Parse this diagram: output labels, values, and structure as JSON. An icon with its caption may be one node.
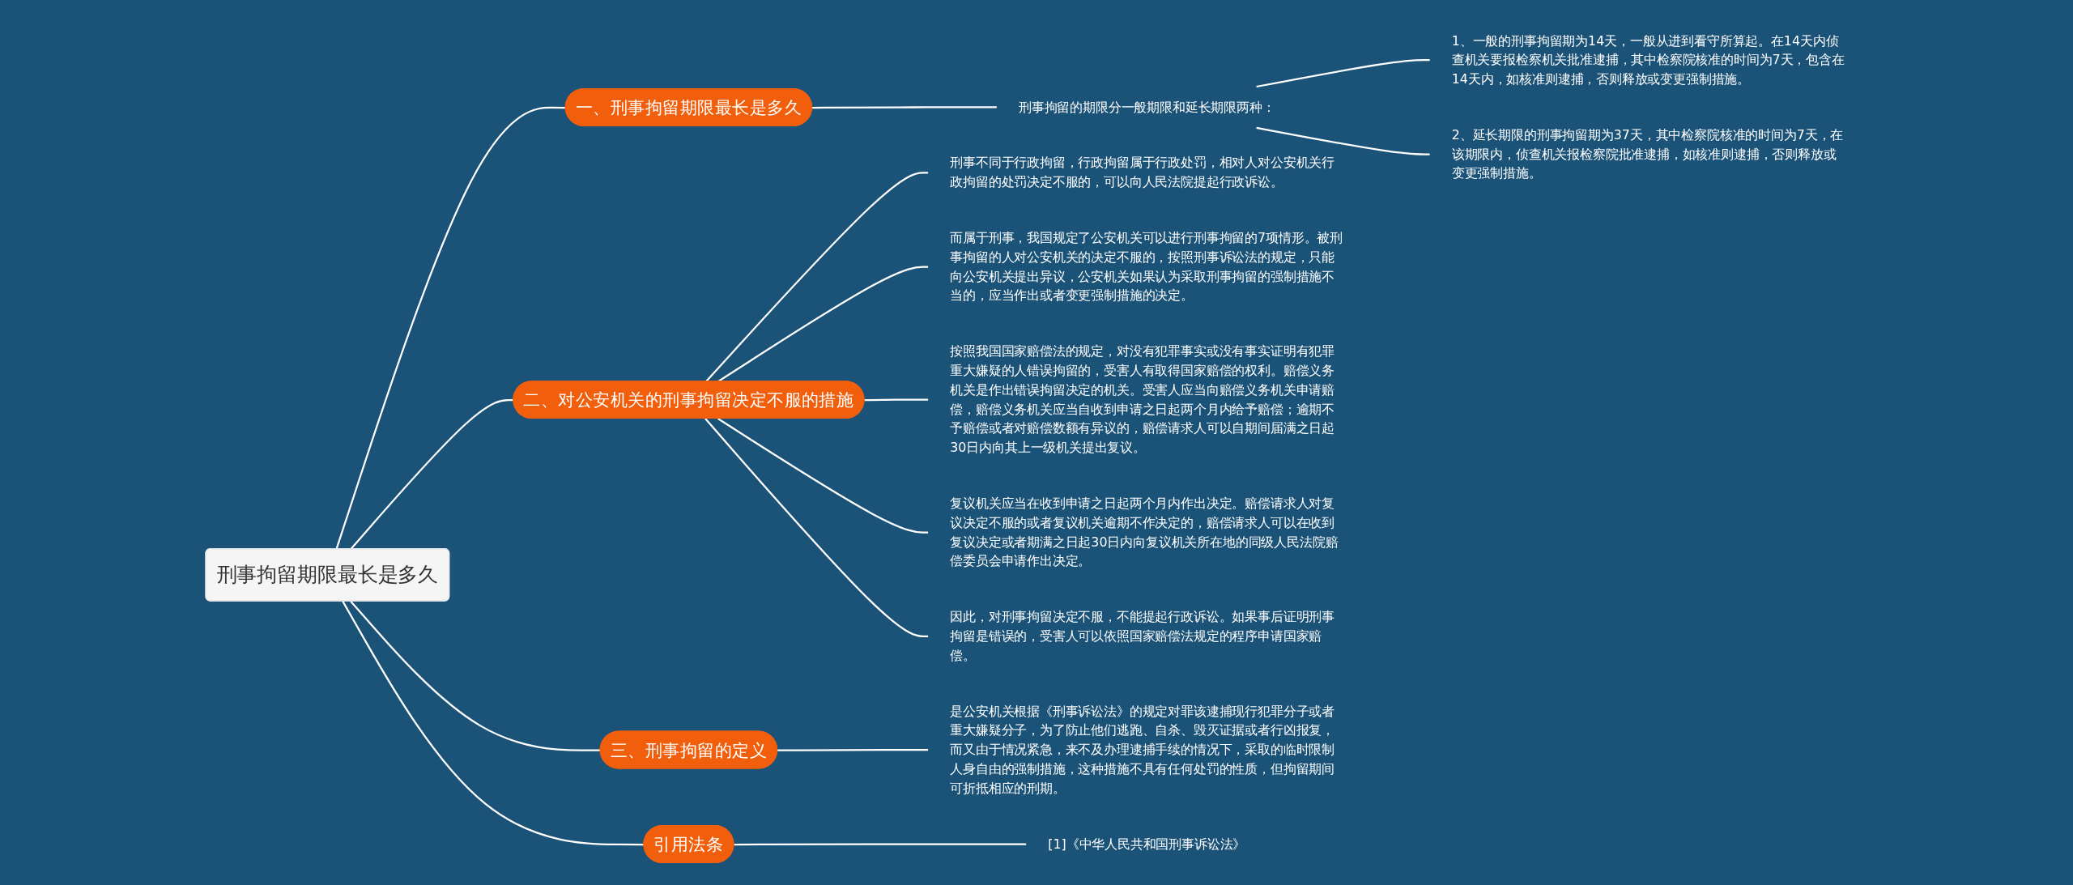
{
  "diagram": {
    "nodes": [
      {
        "text": [
          "刑事拘留期限最长是多久"
        ]
      },
      {
        "text": [
          "一、刑事拘留期限最长是多久"
        ]
      },
      {
        "text": [
          "刑事拘留的期限分一般期限和延长期限两种："
        ]
      },
      {
        "text": [
          "1、一般的刑事拘留期为14天，一般从进到看守所算起。在14天内侦查机关要报检察机关批准逮捕，其中检察院核准的时间为7天，包含在14天内，如核准则逮捕，否则释放或变更强制措施。"
        ]
      },
      {
        "text": [
          "2、延长期限的刑事拘留期为37天，其中检察院核准的时间为7天，在该期限内，侦查机关报检察院批准逮捕，如核准则逮捕，否则释放或变更强制措施。"
        ]
      },
      {
        "text": [
          "二、对公安机关的刑事拘留决定不服的措施"
        ]
      },
      {
        "text": [
          "刑事不同于行政拘留，行政拘留属于行政处罚，相对人对公安机关行政拘留的处罚决定不服的，可以向人民法院提起行政诉讼。"
        ]
      },
      {
        "text": [
          "而属于刑事，我国规定了公安机关可以进行刑事拘留的7项情形。被刑事拘留的人对公安机关的决定不服的，按照刑事诉讼法的规定，只能向公安机关提出异议，公安机关如果认为采取刑事拘留的强制措施不当的，应当作出或者变更强制措施的决定。"
        ]
      },
      {
        "text": [
          "按照我国国家赔偿法的规定，对没有犯罪事实或没有事实证明有犯罪重大嫌疑的人错误拘留的，受害人有取得国家赔偿的权利。赔偿义务机关是作出错误拘留决定的机关。受害人应当向赔偿义务机关申请赔偿，赔偿义务机关应当自收到申请之日起两个月内给予赔偿；逾期不予赔偿或者对赔偿数额有异议的，赔偿请求人可以自期间届满之日起30日内向其上一级机关提出复议。"
        ]
      },
      {
        "text": [
          "复议机关应当在收到申请之日起两个月内作出决定。赔偿请求人对复议决定不服的或者复议机关逾期不作决定的，赔偿请求人可以在收到复议决定或者期满之日起30日内向复议机关所在地的同级人民法院赔偿委员会申请作出决定。"
        ]
      },
      {
        "text": [
          "因此，对刑事拘留决定不服，不能提起行政诉讼。如果事后证明刑事拘留是错误的，受害人可以依照国家赔偿法规定的程序申请国家赔偿。"
        ]
      },
      {
        "text": [
          "三、刑事拘留的定义"
        ]
      },
      {
        "text": [
          "是公安机关根据《刑事诉讼法》的规定对罪该逮捕现行犯罪分子或者重大嫌疑分子，为了防止他们逃跑、自杀、毁灭证据或者行凶报复，而又由于情况紧急，来不及办理逮捕手续的情况下，采取的临时限制人身自由的强制措施，这种措施不具有任何处罚的性质，但拘留期间可折抵相应的刑期。"
        ]
      },
      {
        "text": [
          "引用法条"
        ]
      },
      {
        "text": [
          "[1]《中华人民共和国刑事诉讼法》"
        ]
      }
    ],
    "edges": [
      {
        "from": 0,
        "to": 1,
        "arrow": "none"
      },
      {
        "from": 1,
        "to": 2,
        "arrow": "none"
      },
      {
        "from": 2,
        "to": 3,
        "arrow": "none"
      },
      {
        "from": 2,
        "to": 4,
        "arrow": "none"
      },
      {
        "from": 0,
        "to": 5,
        "arrow": "none"
      },
      {
        "from": 5,
        "to": 6,
        "arrow": "none"
      },
      {
        "from": 5,
        "to": 7,
        "arrow": "none"
      },
      {
        "from": 5,
        "to": 8,
        "arrow": "none"
      },
      {
        "from": 5,
        "to": 9,
        "arrow": "none"
      },
      {
        "from": 5,
        "to": 10,
        "arrow": "none"
      },
      {
        "from": 0,
        "to": 11,
        "arrow": "none"
      },
      {
        "from": 11,
        "to": 12,
        "arrow": "none"
      },
      {
        "from": 0,
        "to": 13,
        "arrow": "none"
      },
      {
        "from": 13,
        "to": 14,
        "arrow": "none"
      }
    ]
  }
}
